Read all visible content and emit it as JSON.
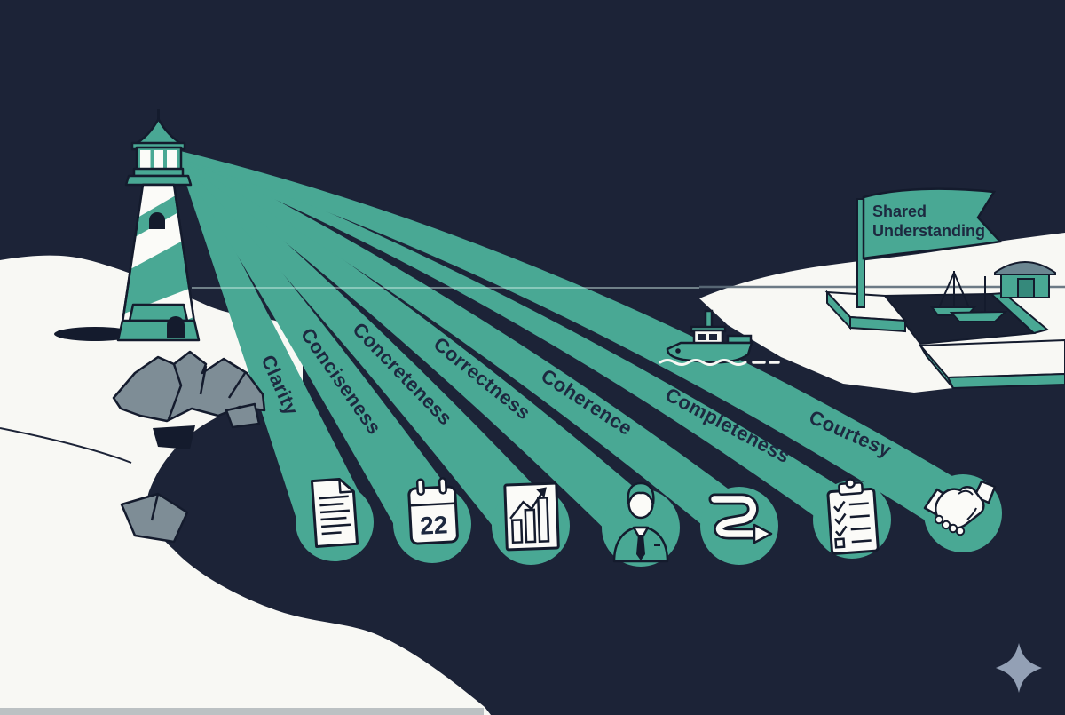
{
  "illustration": {
    "theme": {
      "background": "#1c2337",
      "teal": "#49a894",
      "white": "#f8f8f4",
      "rock_gray": "#7e8d96",
      "outline": "#141b2d",
      "label_text": "#1d2940",
      "roof_gray": "#6b8691",
      "sparkle": "#93a0b5"
    },
    "beams": [
      {
        "label": "Clarity",
        "icon": "document-icon"
      },
      {
        "label": "Conciseness",
        "icon": "calendar-icon"
      },
      {
        "label": "Concreteness",
        "icon": "bar-chart-icon"
      },
      {
        "label": "Correctness",
        "icon": "person-icon"
      },
      {
        "label": "Coherence",
        "icon": "winding-arrow-icon"
      },
      {
        "label": "Completeness",
        "icon": "checklist-icon"
      },
      {
        "label": "Courtesy",
        "icon": "handshake-icon"
      }
    ],
    "flag": {
      "line1": "Shared",
      "line2": "Understanding"
    },
    "calendar_day": "22"
  }
}
